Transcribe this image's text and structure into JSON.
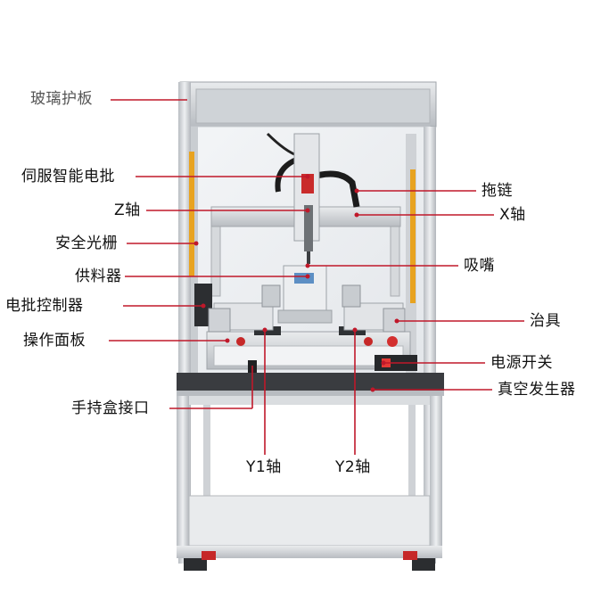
{
  "labels": {
    "glass_panel": "玻璃护板",
    "servo_screwdriver": "伺服智能电批",
    "z_axis": "Z轴",
    "safety_light_curtain": "安全光栅",
    "feeder": "供料器",
    "screwdriver_controller": "电批控制器",
    "operation_panel": "操作面板",
    "handheld_box_port": "手持盒接口",
    "drag_chain": "拖链",
    "x_axis": "X轴",
    "suction_nozzle": "吸嘴",
    "fixture": "治具",
    "power_switch": "电源开关",
    "vacuum_generator": "真空发生器",
    "y1_axis": "Y1轴",
    "y2_axis": "Y2轴"
  },
  "colors": {
    "leader_line": "#c0182a",
    "frame": "#d7d9dc",
    "frame_shadow": "#a9adb2",
    "table_top": "#3a3c40",
    "light_curtain": "#e8a320"
  }
}
